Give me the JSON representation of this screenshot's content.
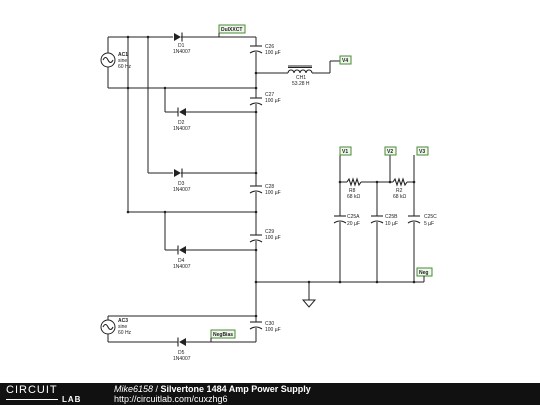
{
  "schematic": {
    "sources": {
      "ac1": {
        "name": "AC1",
        "wave": "sine",
        "freq": "60 Hz"
      },
      "ac3": {
        "name": "AC3",
        "wave": "sine",
        "freq": "60 Hz"
      }
    },
    "diodes": {
      "d1": {
        "name": "D1",
        "part": "1N4007"
      },
      "d2": {
        "name": "D2",
        "part": "1N4007"
      },
      "d3": {
        "name": "D3",
        "part": "1N4007"
      },
      "d4": {
        "name": "D4",
        "part": "1N4007"
      },
      "d5": {
        "name": "D5",
        "part": "1N4007"
      }
    },
    "capacitors": {
      "c26": {
        "name": "C26",
        "value": "100 µF"
      },
      "c27": {
        "name": "C27",
        "value": "100 µF"
      },
      "c28": {
        "name": "C28",
        "value": "100 µF"
      },
      "c29": {
        "name": "C29",
        "value": "100 µF"
      },
      "c30": {
        "name": "C30",
        "value": "100 µF"
      },
      "c25a": {
        "name": "C25A",
        "value": "20 µF"
      },
      "c25b": {
        "name": "C25B",
        "value": "10 µF"
      },
      "c25c": {
        "name": "C25C",
        "value": "5 µF"
      }
    },
    "choke": {
      "name": "CH1",
      "value": "53.28 H"
    },
    "resistors": {
      "r8": {
        "name": "R8",
        "value": "68 kΩ"
      },
      "r2": {
        "name": "R2",
        "value": "68 kΩ"
      }
    },
    "flags": {
      "dualxct": "DulXXCT",
      "v4": "V4",
      "v1": "V1",
      "v2": "V2",
      "v3": "V3",
      "neg": "Neg",
      "negbias": "NegBias"
    }
  },
  "footer": {
    "logo_top": "CIRCUIT",
    "logo_bottom": "LAB",
    "author": "Mike6158",
    "separator": " / ",
    "title": "Silvertone 1484 Amp Power Supply",
    "url": "http://circuitlab.com/cuxzhg6"
  }
}
